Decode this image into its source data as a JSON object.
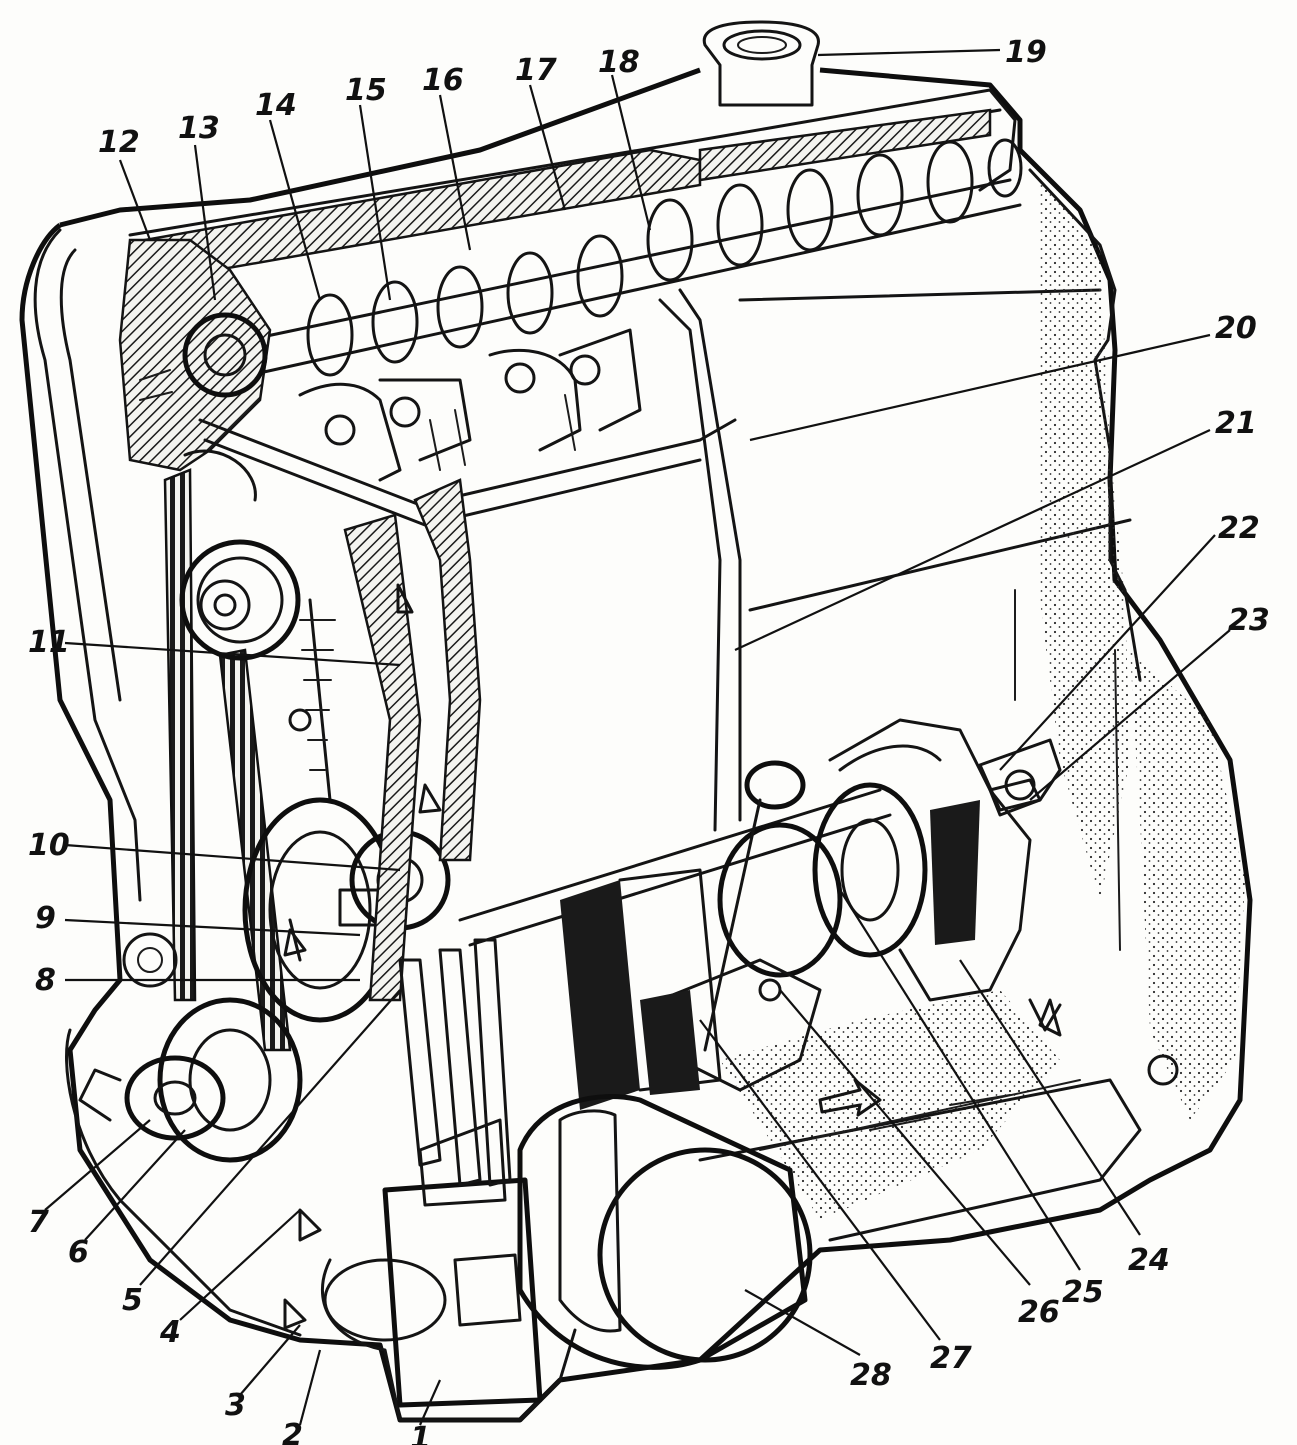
{
  "colors": {
    "ink": "#141414",
    "paper": "#fdfdfb",
    "shade": "#6d6d6d"
  },
  "callouts": {
    "c1": "1",
    "c2": "2",
    "c3": "3",
    "c4": "4",
    "c5": "5",
    "c6": "6",
    "c7": "7",
    "c8": "8",
    "c9": "9",
    "c10": "10",
    "c11": "11",
    "c12": "12",
    "c13": "13",
    "c14": "14",
    "c15": "15",
    "c16": "16",
    "c17": "17",
    "c18": "18",
    "c19": "19",
    "c20": "20",
    "c21": "21",
    "c22": "22",
    "c23": "23",
    "c24": "24",
    "c25": "25",
    "c26": "26",
    "c27": "27",
    "c28": "28"
  }
}
